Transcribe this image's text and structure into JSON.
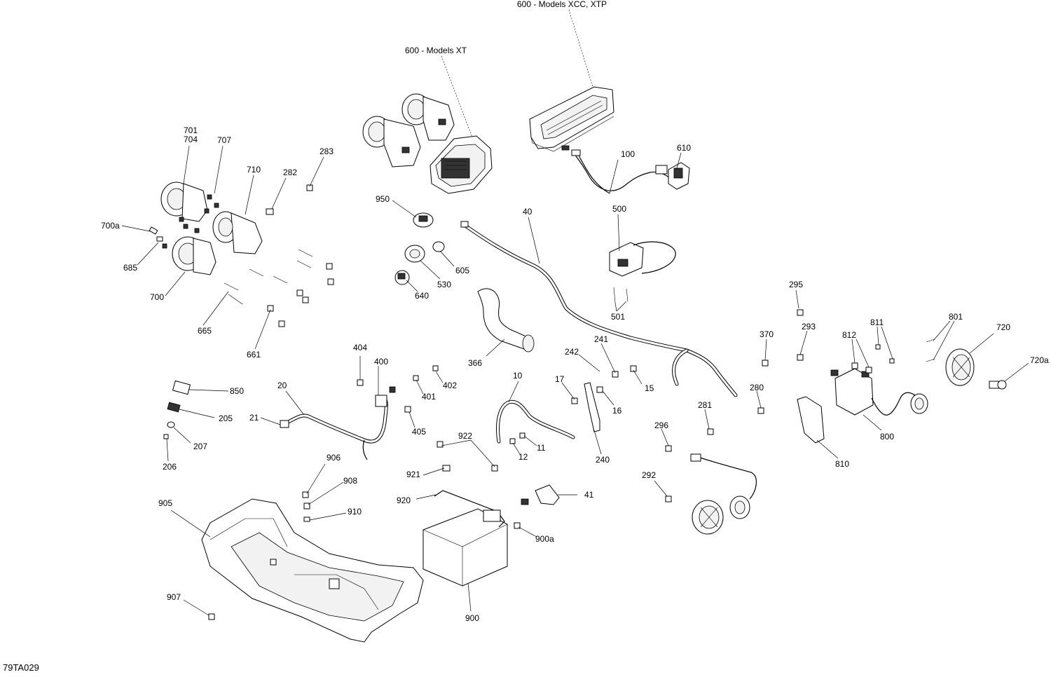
{
  "drawing_ref": "79TA029",
  "callouts": {
    "c600xcc": "600 - Models XCC, XTP",
    "c600xt": "600 - Models XT",
    "c701": "701",
    "c704": "704",
    "c707": "707",
    "c710": "710",
    "c282": "282",
    "c283": "283",
    "c700a": "700a",
    "c685": "685",
    "c700": "700",
    "c665": "665",
    "c661": "661",
    "c950": "950",
    "c605": "605",
    "c530": "530",
    "c640": "640",
    "c100": "100",
    "c610": "610",
    "c500": "500",
    "c501": "501",
    "c40": "40",
    "c366": "366",
    "c404": "404",
    "c400": "400",
    "c402": "402",
    "c401": "401",
    "c405": "405",
    "c850": "850",
    "c205": "205",
    "c207": "207",
    "c206": "206",
    "c20": "20",
    "c21": "21",
    "c10": "10",
    "c11": "11",
    "c12": "12",
    "c17": "17",
    "c242": "242",
    "c241": "241",
    "c16": "16",
    "c15": "15",
    "c240": "240",
    "c922": "922",
    "c921": "921",
    "c920": "920",
    "c41": "41",
    "c900a": "900a",
    "c900": "900",
    "c906": "906",
    "c908": "908",
    "c910": "910",
    "c905": "905",
    "c907": "907",
    "c295": "295",
    "c293": "293",
    "c370": "370",
    "c280": "280",
    "c281": "281",
    "c296": "296",
    "c292": "292",
    "c811": "811",
    "c812": "812",
    "c801": "801",
    "c720": "720",
    "c720a": "720a",
    "c800": "800",
    "c810": "810"
  }
}
